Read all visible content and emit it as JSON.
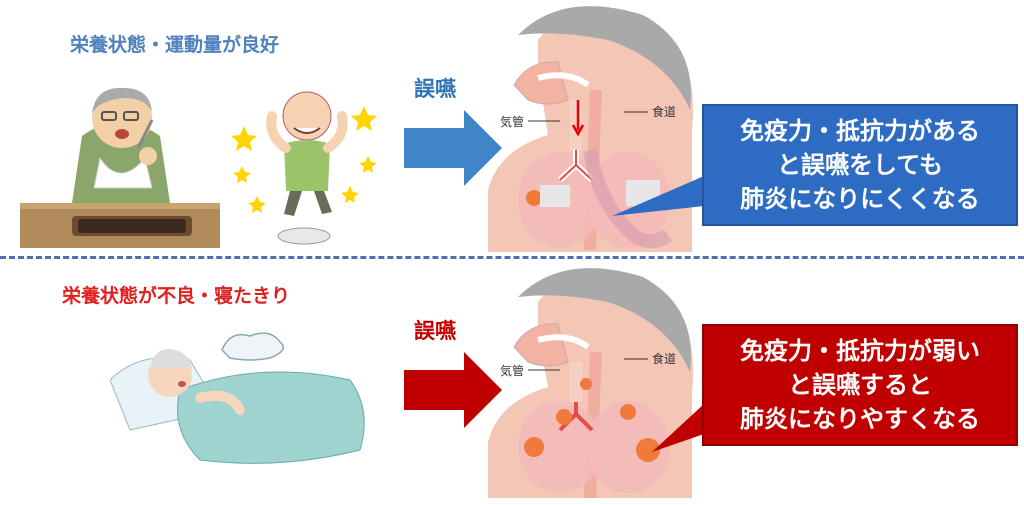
{
  "top_panel": {
    "heading": "栄養状態・運動量が良好",
    "aspiration_label": "誤嚥",
    "anatomy_labels": {
      "trachea": "気管",
      "esophagus": "食道"
    },
    "callout_lines": [
      "免疫力・抵抗力がある",
      "と誤嚥をしても",
      "肺炎になりにくくなる"
    ],
    "accent_color": "#2e6cc4"
  },
  "bottom_panel": {
    "heading": "栄養状態が不良・寝たきり",
    "aspiration_label": "誤嚥",
    "anatomy_labels": {
      "trachea": "気管",
      "esophagus": "食道"
    },
    "callout_lines": [
      "免疫力・抵抗力が弱い",
      "と誤嚥すると",
      "肺炎になりやすくなる"
    ],
    "accent_color": "#c00000"
  }
}
